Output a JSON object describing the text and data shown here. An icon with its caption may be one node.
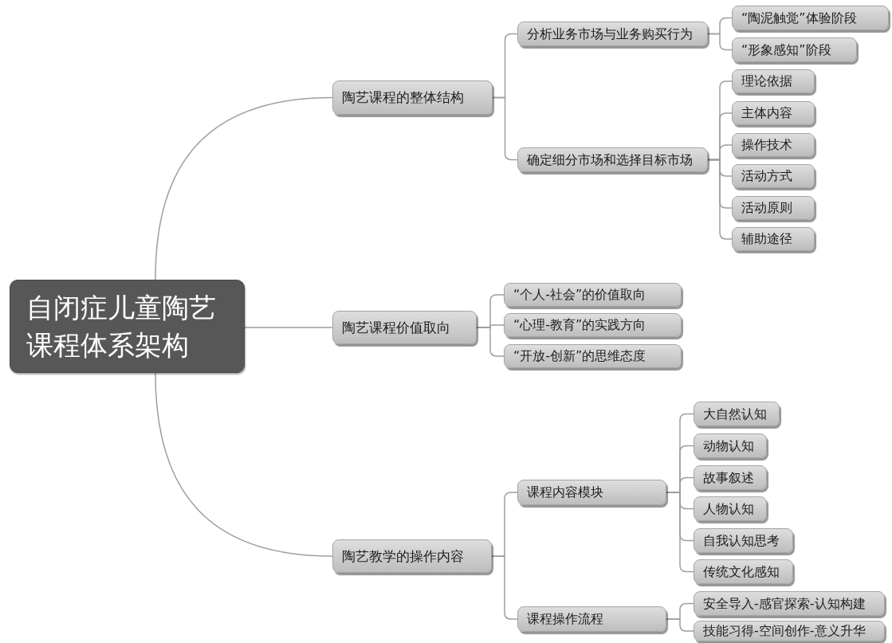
{
  "diagram": {
    "nodes": [
      {
        "text": [
          "自闭症儿童陶艺课程体系架构"
        ]
      },
      {
        "text": [
          "陶艺课程的整体结构"
        ]
      },
      {
        "text": [
          "分析业务市场与业务购买行为"
        ]
      },
      {
        "text": [
          "“陶泥触觉”体验阶段"
        ]
      },
      {
        "text": [
          "“形象感知”阶段"
        ]
      },
      {
        "text": [
          "确定细分市场和选择目标市场"
        ]
      },
      {
        "text": [
          "理论依据"
        ]
      },
      {
        "text": [
          "主体内容"
        ]
      },
      {
        "text": [
          "操作技术"
        ]
      },
      {
        "text": [
          "活动方式"
        ]
      },
      {
        "text": [
          "活动原则"
        ]
      },
      {
        "text": [
          "辅助途径"
        ]
      },
      {
        "text": [
          "陶艺课程价值取向"
        ]
      },
      {
        "text": [
          "“个人-社会”的价值取向"
        ]
      },
      {
        "text": [
          "“心理-教育”的实践方向"
        ]
      },
      {
        "text": [
          "“开放-创新”的思维态度"
        ]
      },
      {
        "text": [
          "陶艺教学的操作内容"
        ]
      },
      {
        "text": [
          "课程内容模块"
        ]
      },
      {
        "text": [
          "大自然认知"
        ]
      },
      {
        "text": [
          "动物认知"
        ]
      },
      {
        "text": [
          "故事叙述"
        ]
      },
      {
        "text": [
          "人物认知"
        ]
      },
      {
        "text": [
          "自我认知思考"
        ]
      },
      {
        "text": [
          "传统文化感知"
        ]
      },
      {
        "text": [
          "课程操作流程"
        ]
      },
      {
        "text": [
          "安全导入-感官探索-认知构建"
        ]
      },
      {
        "text": [
          "技能习得-空间创作-意义升华"
        ]
      }
    ],
    "edges": [
      {
        "from": 0,
        "to": 1,
        "arrow": "none"
      },
      {
        "from": 1,
        "to": 2,
        "arrow": "none"
      },
      {
        "from": 2,
        "to": 3,
        "arrow": "none"
      },
      {
        "from": 2,
        "to": 4,
        "arrow": "none"
      },
      {
        "from": 1,
        "to": 5,
        "arrow": "none"
      },
      {
        "from": 5,
        "to": 6,
        "arrow": "none"
      },
      {
        "from": 5,
        "to": 7,
        "arrow": "none"
      },
      {
        "from": 5,
        "to": 8,
        "arrow": "none"
      },
      {
        "from": 5,
        "to": 9,
        "arrow": "none"
      },
      {
        "from": 5,
        "to": 10,
        "arrow": "none"
      },
      {
        "from": 5,
        "to": 11,
        "arrow": "none"
      },
      {
        "from": 0,
        "to": 12,
        "arrow": "none"
      },
      {
        "from": 12,
        "to": 13,
        "arrow": "none"
      },
      {
        "from": 12,
        "to": 14,
        "arrow": "none"
      },
      {
        "from": 12,
        "to": 15,
        "arrow": "none"
      },
      {
        "from": 0,
        "to": 16,
        "arrow": "none"
      },
      {
        "from": 16,
        "to": 17,
        "arrow": "none"
      },
      {
        "from": 17,
        "to": 18,
        "arrow": "none"
      },
      {
        "from": 17,
        "to": 19,
        "arrow": "none"
      },
      {
        "from": 17,
        "to": 20,
        "arrow": "none"
      },
      {
        "from": 17,
        "to": 21,
        "arrow": "none"
      },
      {
        "from": 17,
        "to": 22,
        "arrow": "none"
      },
      {
        "from": 17,
        "to": 23,
        "arrow": "none"
      },
      {
        "from": 16,
        "to": 24,
        "arrow": "none"
      },
      {
        "from": 24,
        "to": 25,
        "arrow": "none"
      },
      {
        "from": 24,
        "to": 26,
        "arrow": "none"
      }
    ]
  }
}
